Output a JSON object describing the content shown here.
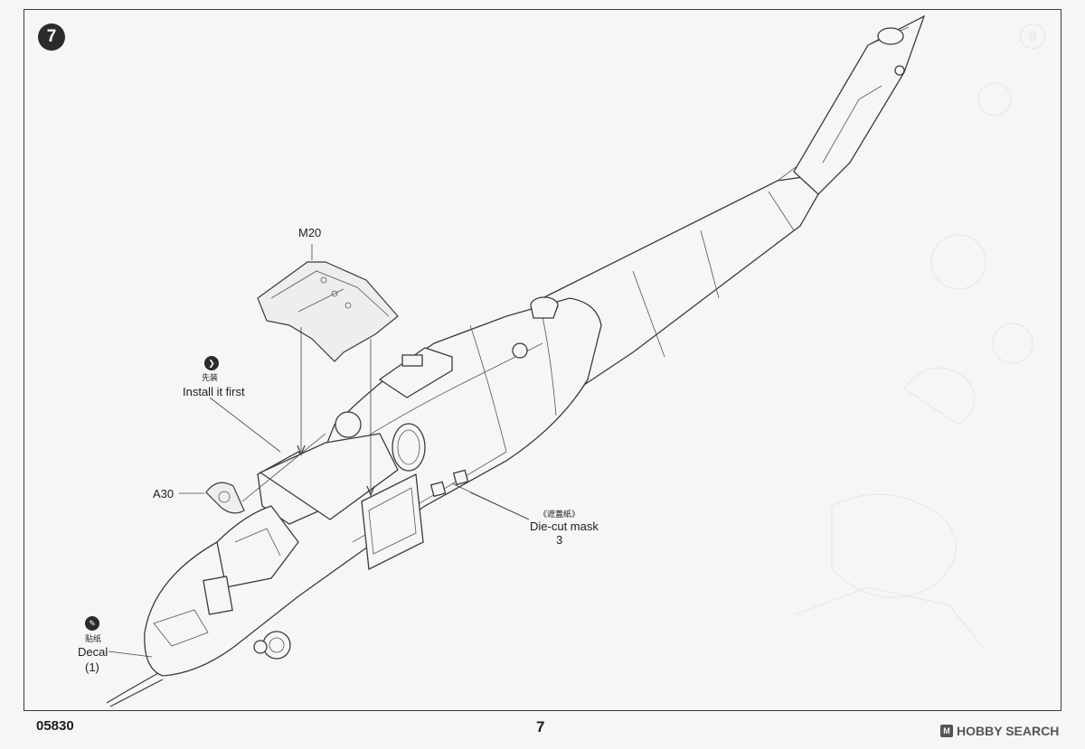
{
  "step": {
    "number": "7"
  },
  "parts": {
    "m20": {
      "label": "M20"
    },
    "a30": {
      "label": "A30"
    }
  },
  "notes": {
    "install_first": {
      "chinese": "先装",
      "english": "Install it first"
    },
    "mask": {
      "chinese": "《遮蓋紙》",
      "english": "Die-cut mask",
      "number": "3"
    },
    "decal": {
      "chinese": "贴纸",
      "english": "Decal",
      "number": "(1)"
    }
  },
  "footer": {
    "product_code": "05830",
    "page_number": "7",
    "watermark": "HOBBY SEARCH"
  },
  "colors": {
    "line": "#3b3b3b",
    "background": "#f7f6f4",
    "badge": "#2b2b2b"
  }
}
